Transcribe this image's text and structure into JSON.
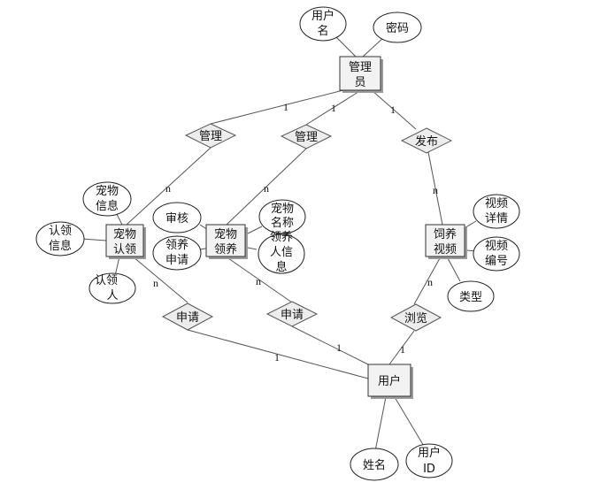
{
  "entities": {
    "admin": [
      "管理",
      "员"
    ],
    "pet_claim": [
      "宠物",
      "认领"
    ],
    "pet_adopt": [
      "宠物",
      "领养"
    ],
    "video": [
      "饲养",
      "视频"
    ],
    "user": [
      "用户"
    ]
  },
  "relationships": {
    "manage_1": "管理",
    "manage_2": "管理",
    "publish": "发布",
    "apply_1": "申请",
    "apply_2": "申请",
    "browse": "浏览"
  },
  "attributes": {
    "username": [
      "用户",
      "名"
    ],
    "password": [
      "密码"
    ],
    "pet_info": [
      "宠物",
      "信息"
    ],
    "claim_info": [
      "认领",
      "信息"
    ],
    "claimer": [
      "认领",
      "人"
    ],
    "review": [
      "审核"
    ],
    "adopt_apply": [
      "领养",
      "申请"
    ],
    "pet_name": [
      "宠物",
      "名称"
    ],
    "adopter_info": [
      "领养",
      "人信",
      "息"
    ],
    "video_detail": [
      "视频",
      "详情"
    ],
    "video_no": [
      "视频",
      "编号"
    ],
    "type": [
      "类型"
    ],
    "name": [
      "姓名"
    ],
    "user_id": [
      "用户",
      "ID"
    ]
  },
  "cardinalities": {
    "admin_manage1": "1",
    "admin_manage2": "1",
    "admin_publish": "1",
    "manage1_claim": "n",
    "manage2_adopt": "n",
    "publish_video": "n",
    "claim_apply": "n",
    "adopt_apply": "n",
    "video_browse": "n",
    "apply1_user": "1",
    "apply2_user": "1",
    "browse_user": "1"
  }
}
